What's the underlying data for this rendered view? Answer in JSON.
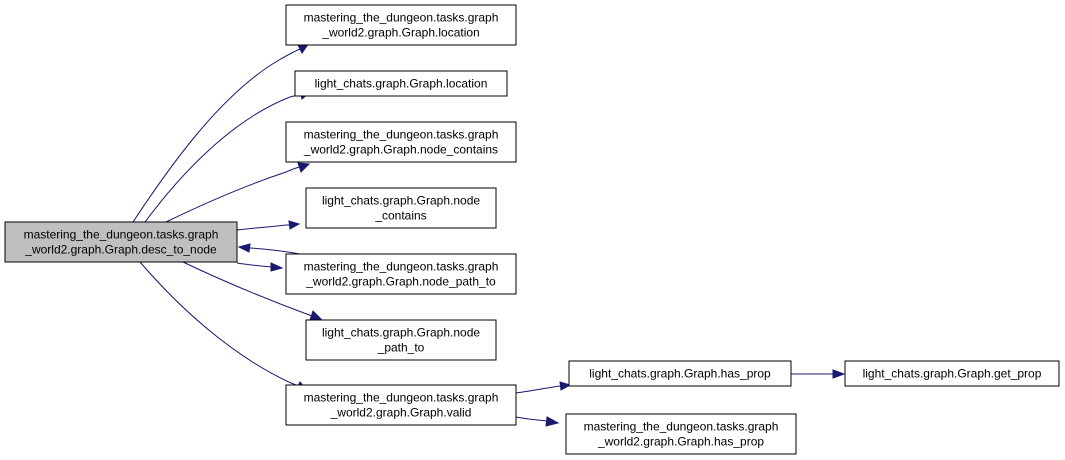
{
  "diagram": {
    "edge_color": "#191970",
    "root_fill": "#bfbfbf",
    "nodes": [
      {
        "id": "desc_to_node",
        "lines": [
          "mastering_the_dungeon.tasks.graph",
          "_world2.graph.Graph.desc_to_node"
        ],
        "root": true
      },
      {
        "id": "mtd_location",
        "lines": [
          "mastering_the_dungeon.tasks.graph",
          "_world2.graph.Graph.location"
        ]
      },
      {
        "id": "lc_location",
        "lines": [
          "light_chats.graph.Graph.location"
        ]
      },
      {
        "id": "mtd_node_contains",
        "lines": [
          "mastering_the_dungeon.tasks.graph",
          "_world2.graph.Graph.node_contains"
        ]
      },
      {
        "id": "lc_node_contains",
        "lines": [
          "light_chats.graph.Graph.node",
          "_contains"
        ]
      },
      {
        "id": "mtd_node_path_to",
        "lines": [
          "mastering_the_dungeon.tasks.graph",
          "_world2.graph.Graph.node_path_to"
        ]
      },
      {
        "id": "lc_node_path_to",
        "lines": [
          "light_chats.graph.Graph.node",
          "_path_to"
        ]
      },
      {
        "id": "mtd_valid",
        "lines": [
          "mastering_the_dungeon.tasks.graph",
          "_world2.graph.Graph.valid"
        ]
      },
      {
        "id": "lc_has_prop",
        "lines": [
          "light_chats.graph.Graph.has_prop"
        ]
      },
      {
        "id": "lc_get_prop",
        "lines": [
          "light_chats.graph.Graph.get_prop"
        ]
      },
      {
        "id": "mtd_has_prop",
        "lines": [
          "mastering_the_dungeon.tasks.graph",
          "_world2.graph.Graph.has_prop"
        ]
      }
    ],
    "edges": [
      {
        "from": "desc_to_node",
        "to": "mtd_location"
      },
      {
        "from": "desc_to_node",
        "to": "lc_location"
      },
      {
        "from": "desc_to_node",
        "to": "mtd_node_contains"
      },
      {
        "from": "desc_to_node",
        "to": "lc_node_contains"
      },
      {
        "from": "desc_to_node",
        "to": "mtd_node_path_to"
      },
      {
        "from": "mtd_node_path_to",
        "to": "desc_to_node"
      },
      {
        "from": "desc_to_node",
        "to": "lc_node_path_to"
      },
      {
        "from": "desc_to_node",
        "to": "mtd_valid"
      },
      {
        "from": "mtd_valid",
        "to": "lc_has_prop"
      },
      {
        "from": "mtd_valid",
        "to": "mtd_has_prop"
      },
      {
        "from": "lc_has_prop",
        "to": "lc_get_prop"
      }
    ]
  }
}
